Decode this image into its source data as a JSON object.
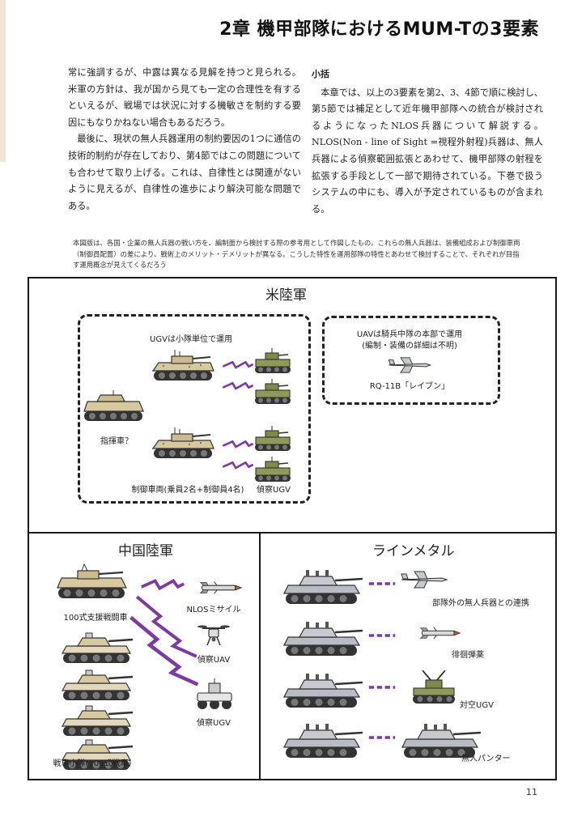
{
  "chapter_title": "2章 機甲部隊におけるMUM-Tの3要素",
  "left_column": [
    "常に強調するが、中露は異なる見解を持つと見られる。米軍の方針は、我が国から見ても一定の合理性を有するといえるが、戦場では状況に対する機敏さを制約する要因にもなりかねない場合もあるだろう。",
    "最後に、現状の無人兵器運用の制約要因の1つに通信の技術的制約が存在しており、第4節ではこの問題についても合わせて取り上げる。これは、自律性とは関連がないように見えるが、自律性の進歩により解決可能な問題である。"
  ],
  "right_column": {
    "heading": "小括",
    "body": "本章では、以上の3要素を第2、3、4節で順に検討し、第5節では補足として近年機甲部隊への統合が検討されるようになったNLOS兵器について解説する。NLOS(Non - line of Sight =視程外射程)兵器は、無人兵器による偵察範囲拡張とあわせて、機甲部隊の射程を拡張する手段として一部で期待されている。下巻で扱うシステムの中にも、導入が予定されているものが含まれる。"
  },
  "caption": "本図版は、各国・企業の無人兵器の戦い方を、編制面から検討する際の参考用として作図したもの。これらの無人兵器は、装備組成および制御車両（制御員配置）の差により、戦術上のメリット・デメリットが異なる。こうした特性を運用部隊の特性とあわせて検討することで、それぞれが目指す運用概念が見えてくるだろう",
  "figure": {
    "us": {
      "title": "米陸軍",
      "ugv_note": "UGVは小隊単位で運用",
      "command_vehicle": "指揮車？",
      "control_vehicle": "制御車両(乗員2名+制御員4名)",
      "recon_ugv": "偵察UGV",
      "uav_note_1": "UAVは騎兵中隊の本部で運用",
      "uav_note_2": "(編制・装備の詳細は不明)",
      "uav_name": "RQ-11B「レイブン」"
    },
    "china": {
      "title": "中国陸軍",
      "support_vehicle": "100式支援戦闘車",
      "tank_platoon": "戦車小隊(100式戦車)",
      "nlos_missile": "NLOSミサイル",
      "recon_uav": "偵察UAV",
      "recon_ugv": "偵察UGV"
    },
    "rheinmetall": {
      "title": "ラインメタル",
      "item_1": "部隊外の無人兵器との連携",
      "item_2": "徘徊弾薬",
      "item_3": "対空UGV",
      "item_4": "無人パンター"
    }
  },
  "colors": {
    "desert_tan": "#d8c8a0",
    "olive_green": "#8f9a5a",
    "link_purple": "#7d3aa0",
    "panther_grey": "#b9bcc4"
  },
  "page_number": "11"
}
